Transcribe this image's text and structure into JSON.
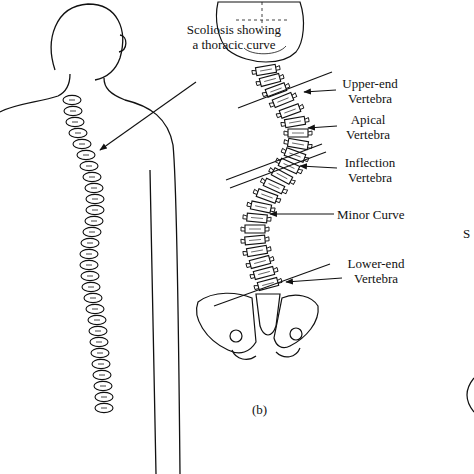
{
  "diagram": {
    "labels": [
      "Scoliosis showing a thoracic curve",
      "Upper-end Vertebra",
      "Apical Vertebra",
      "Inflection Vertebra",
      "Minor Curve",
      "Lower-end Vertebra",
      "(b)",
      "S"
    ]
  }
}
